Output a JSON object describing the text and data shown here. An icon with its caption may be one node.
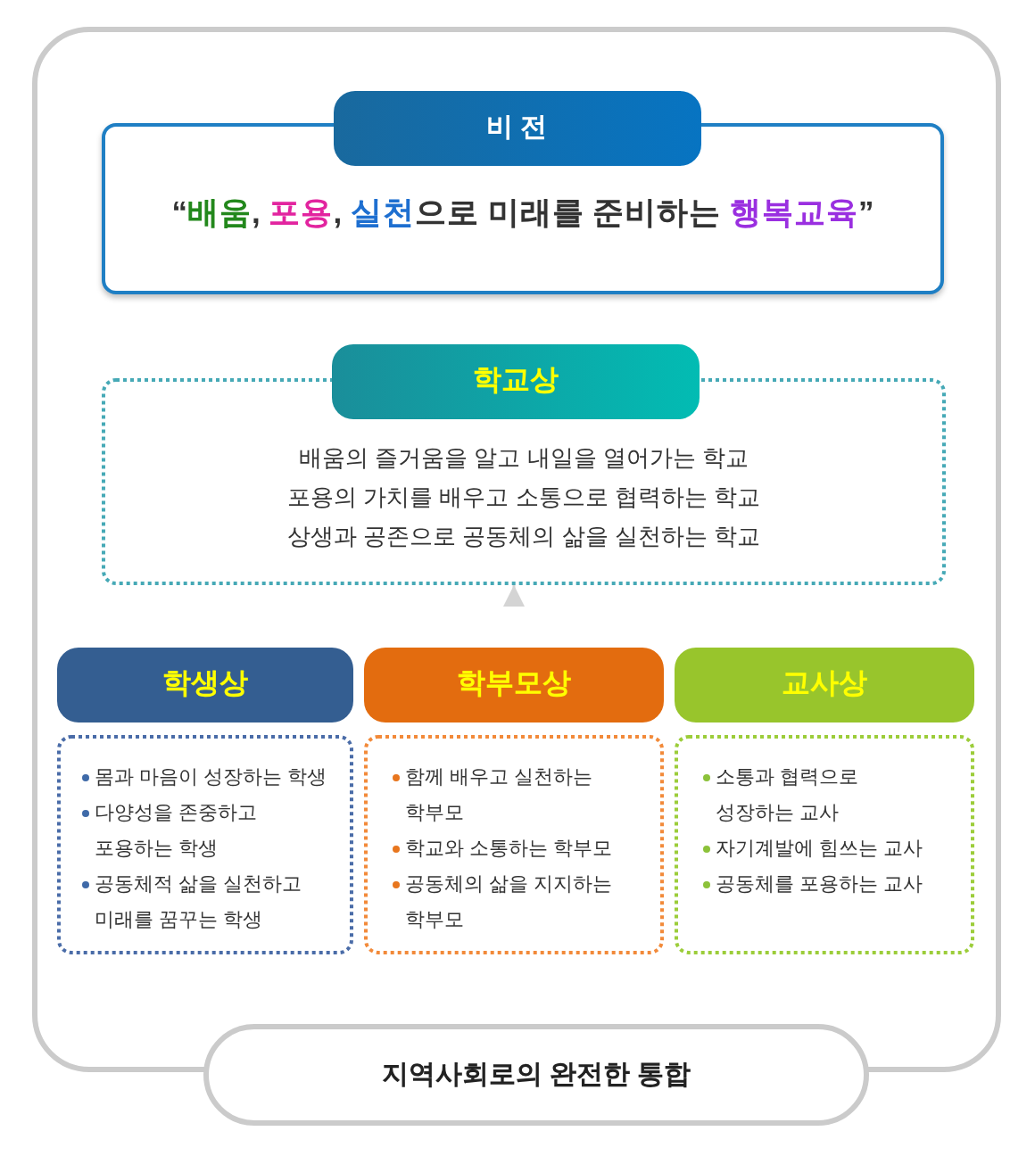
{
  "diagram": {
    "nodes": [
      {
        "text": [
          "지역사회로의 완전한 통합"
        ]
      },
      {
        "text": [
          "비 전",
          "“배움, 포용, 실천으로 미래를 준비하는 행복교육”"
        ],
        "in": 0
      },
      {
        "text": [
          "학교상",
          "배움의 즐거움을 알고 내일을 열어가는 학교",
          "포용의 가치를 배우고 소통으로 협력하는 학교",
          "상생과 공존으로 공동체의 삶을 실천하는 학교"
        ],
        "in": 0
      },
      {
        "text": [
          "학생상"
        ],
        "in": 0
      },
      {
        "text": [
          "학부모상"
        ],
        "in": 0
      },
      {
        "text": [
          "교사상"
        ],
        "in": 0
      },
      {
        "text": [
          "몸과 마음이 성장하는 학생",
          "다양성을 존중하고 포용하는 학생",
          "공동체적 삶을 실천하고 미래를 꿈꾸는 학생"
        ],
        "in": 0
      },
      {
        "text": [
          "함께 배우고 실천하는 학부모",
          "학교와 소통하는 학부모",
          "공동체의 삶을 지지하는 학부모"
        ],
        "in": 0
      },
      {
        "text": [
          "소통과 협력으로 성장하는 교사",
          "자기계발에 힘쓰는 교사",
          "공동체를 포용하는 교사"
        ],
        "in": 0
      }
    ],
    "edges": [
      {
        "from": null,
        "to": 2,
        "arrow": "to"
      }
    ]
  }
}
